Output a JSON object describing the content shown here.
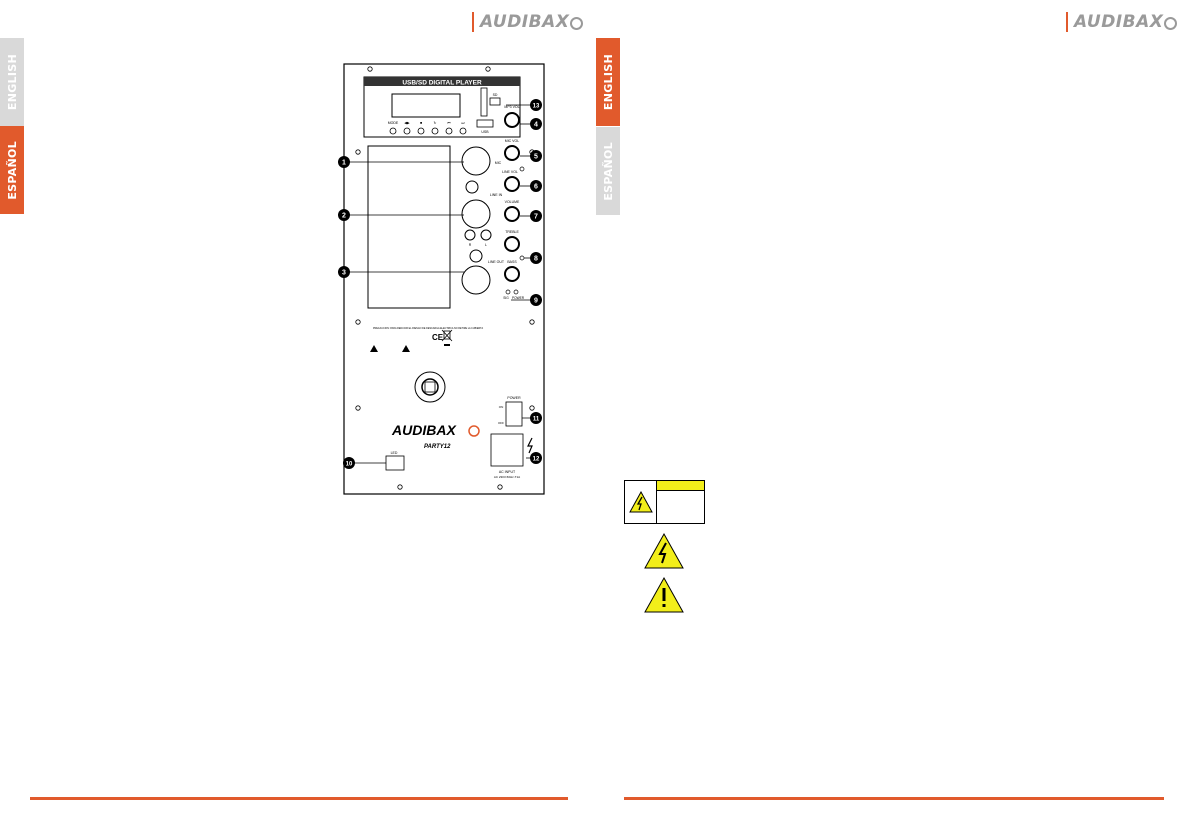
{
  "brand": {
    "name": "AUDIBAX"
  },
  "tabs": {
    "english": "ENGLISH",
    "espanol": "ESPAÑOL"
  },
  "panel": {
    "header": "USB/SD DIGITAL PLAYER",
    "player_buttons": [
      "MODE",
      "◀▶",
      "■",
      "↻",
      "⏮",
      "⏭"
    ],
    "sd_label": "SD",
    "usb_label": "USB",
    "knob_labels": {
      "mp3_vol": "MP3 VOL",
      "mic_vol": "MIC VOL",
      "line_vol": "LINE VOL",
      "volume": "VOLUME",
      "treble": "TREBLE",
      "bass": "BASS"
    },
    "jack_labels": {
      "mic": "MIC",
      "line_in": "LINE IN",
      "r": "R",
      "l": "L",
      "line_out": "LINE OUT"
    },
    "led_labels": {
      "sig": "SIG",
      "power": "POWER"
    },
    "warning_small_text": "PRECAUCION: PARA REDUCIR EL RIESGO DE DESCARGA ELECTRICA NO RETIRE LA CUBIERTA",
    "ce_mark": "CE",
    "logo": "AUDIBAX",
    "model": "PARTY12",
    "led_box_label": "LED",
    "power_switch": {
      "title": "POWER",
      "on": "ON",
      "off": "OFF"
    },
    "ac_input": {
      "title": "AC INPUT",
      "rating": "AC 230V-50Hz-T1A"
    }
  },
  "callouts": [
    "1",
    "2",
    "3",
    "4",
    "5",
    "6",
    "7",
    "8",
    "9",
    "10",
    "11",
    "12",
    "13"
  ],
  "colors": {
    "accent": "#e15a2c",
    "inactive_tab": "#d9d9d9",
    "warning_yellow": "#f2ee1a",
    "brand_gray": "#9a9a9a"
  },
  "icons": {
    "brand_ring": "sound-ring-icon",
    "lightning": "electric-shock-warning-icon",
    "exclamation": "caution-warning-icon"
  }
}
